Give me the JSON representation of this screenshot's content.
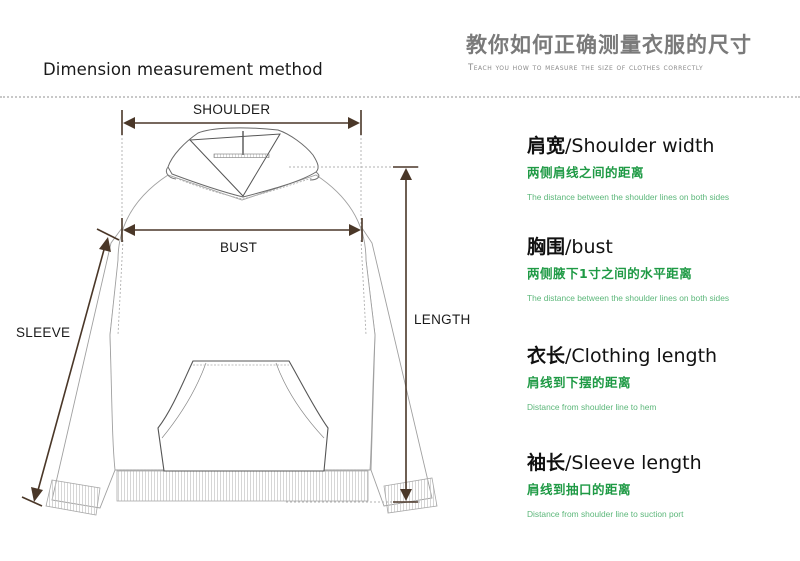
{
  "header": {
    "left_title": "Dimension measurement method",
    "right_title_cn": "教你如何正确测量衣服的尺寸",
    "right_subtitle_en": "Teach you how to measure the size of clothes correctly"
  },
  "diagram": {
    "garment": "hoodie",
    "labels": {
      "shoulder": "SHOULDER",
      "bust": "BUST",
      "sleeve": "SLEEVE",
      "length": "LENGTH"
    },
    "colors": {
      "arrow": "#4a3728",
      "outline": "#9a9a9a",
      "dotted_guide": "#b0b0b0"
    }
  },
  "specs": [
    {
      "title_cn": "肩宽",
      "title_en": "/Shoulder width",
      "subtitle_cn": "两侧肩线之间的距离",
      "description_en": "The distance between the shoulder lines on both sides"
    },
    {
      "title_cn": "胸围",
      "title_en": "/bust",
      "subtitle_cn": "两侧腋下1寸之间的水平距离",
      "description_en": "The distance between the shoulder lines on both sides"
    },
    {
      "title_cn": "衣长",
      "title_en": "/Clothing length",
      "subtitle_cn": "肩线到下摆的距离",
      "description_en": "Distance from shoulder line to hem"
    },
    {
      "title_cn": "袖长",
      "title_en": "/Sleeve length",
      "subtitle_cn": "肩线到抽口的距离",
      "description_en": "Distance from shoulder line to suction port"
    }
  ],
  "colors": {
    "heading_text": "#111111",
    "subtitle_green": "#1f9a45",
    "description_green": "#5cb77a",
    "header_gray": "#7a7a7a"
  }
}
